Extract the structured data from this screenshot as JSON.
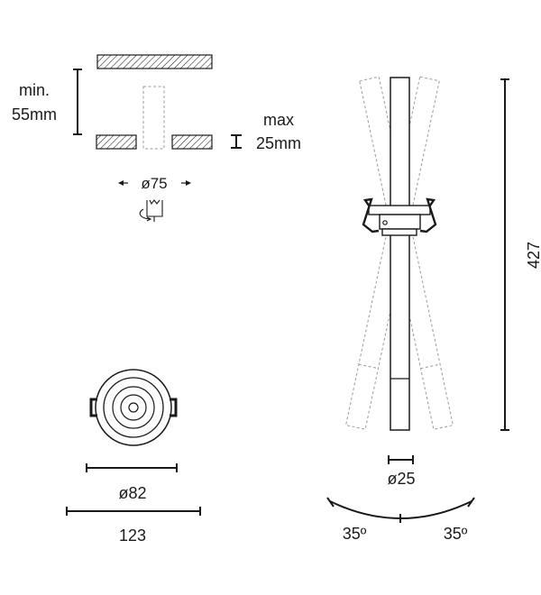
{
  "ceiling": {
    "min_line1": "min.",
    "min_line2": "55mm",
    "max_line1": "max",
    "max_line2": "25mm",
    "cutout": "ø75"
  },
  "front_view": {
    "inner_diameter": "ø82",
    "outer_width": "123"
  },
  "side_view": {
    "height": "427",
    "rod_diameter": "ø25",
    "tilt_left": "35º",
    "tilt_right": "35º"
  }
}
